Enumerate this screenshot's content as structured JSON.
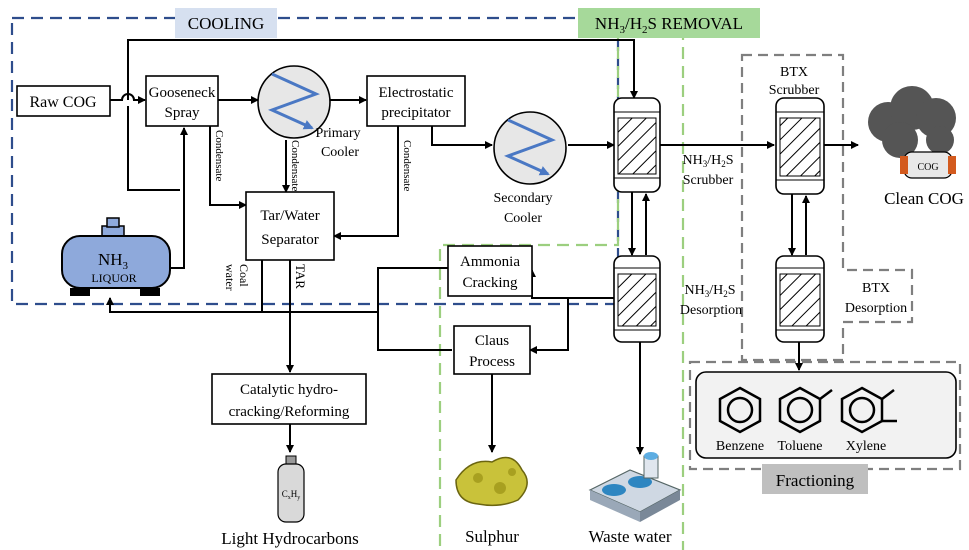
{
  "sections": {
    "cooling": "COOLING",
    "nh3_removal": "NH3/H2S REMOVAL",
    "fractioning": "Fractioning"
  },
  "units": {
    "raw_cog": "Raw COG",
    "gooseneck_1": "Gooseneck",
    "gooseneck_2": "Spray",
    "primary_cooler_1": "Primary",
    "primary_cooler_2": "Cooler",
    "esp_1": "Electrostatic",
    "esp_2": "precipitator",
    "secondary_cooler_1": "Secondary",
    "secondary_cooler_2": "Cooler",
    "tar_sep_1": "Tar/Water",
    "tar_sep_2": "Separator",
    "nh3_liquor_1": "NH3",
    "nh3_liquor_2": "LIQUOR",
    "ammonia_cracking_1": "Ammonia",
    "ammonia_cracking_2": "Cracking",
    "claus_1": "Claus",
    "claus_2": "Process",
    "catalytic_1": "Catalytic hydro-",
    "catalytic_2": "cracking/Reforming",
    "nh3_scrubber_1": "NH3/H2S",
    "nh3_scrubber_2": "Scrubber",
    "nh3_desorption_1": "NH3/H2S",
    "nh3_desorption_2": "Desorption",
    "btx_scrubber_1": "BTX",
    "btx_scrubber_2": "Scrubber",
    "btx_desorption_1": "BTX",
    "btx_desorption_2": "Desorption"
  },
  "streams": {
    "condensate": "Condensate",
    "coal_water_1": "Coal",
    "coal_water_2": "water",
    "tar": "TAR"
  },
  "products": {
    "clean_cog": "Clean COG",
    "cog_tank": "COG",
    "light_hydrocarbons": "Light Hydrocarbons",
    "cylinder_label": "CxHy",
    "sulphur": "Sulphur",
    "waste_water": "Waste water",
    "benzene": "Benzene",
    "toluene": "Toluene",
    "xylene": "Xylene"
  },
  "colors": {
    "cooling_border": "#2e4d8c",
    "removal_border": "#9ccf7f",
    "fraction_border": "#7f7f7f",
    "cooling_label_bg": "#d6e0f0",
    "removal_label_bg": "#a6d99a",
    "fraction_label_bg": "#bfbfbf",
    "cooler_arrow": "#4a78c4",
    "tank_fill": "#8ea9db"
  }
}
